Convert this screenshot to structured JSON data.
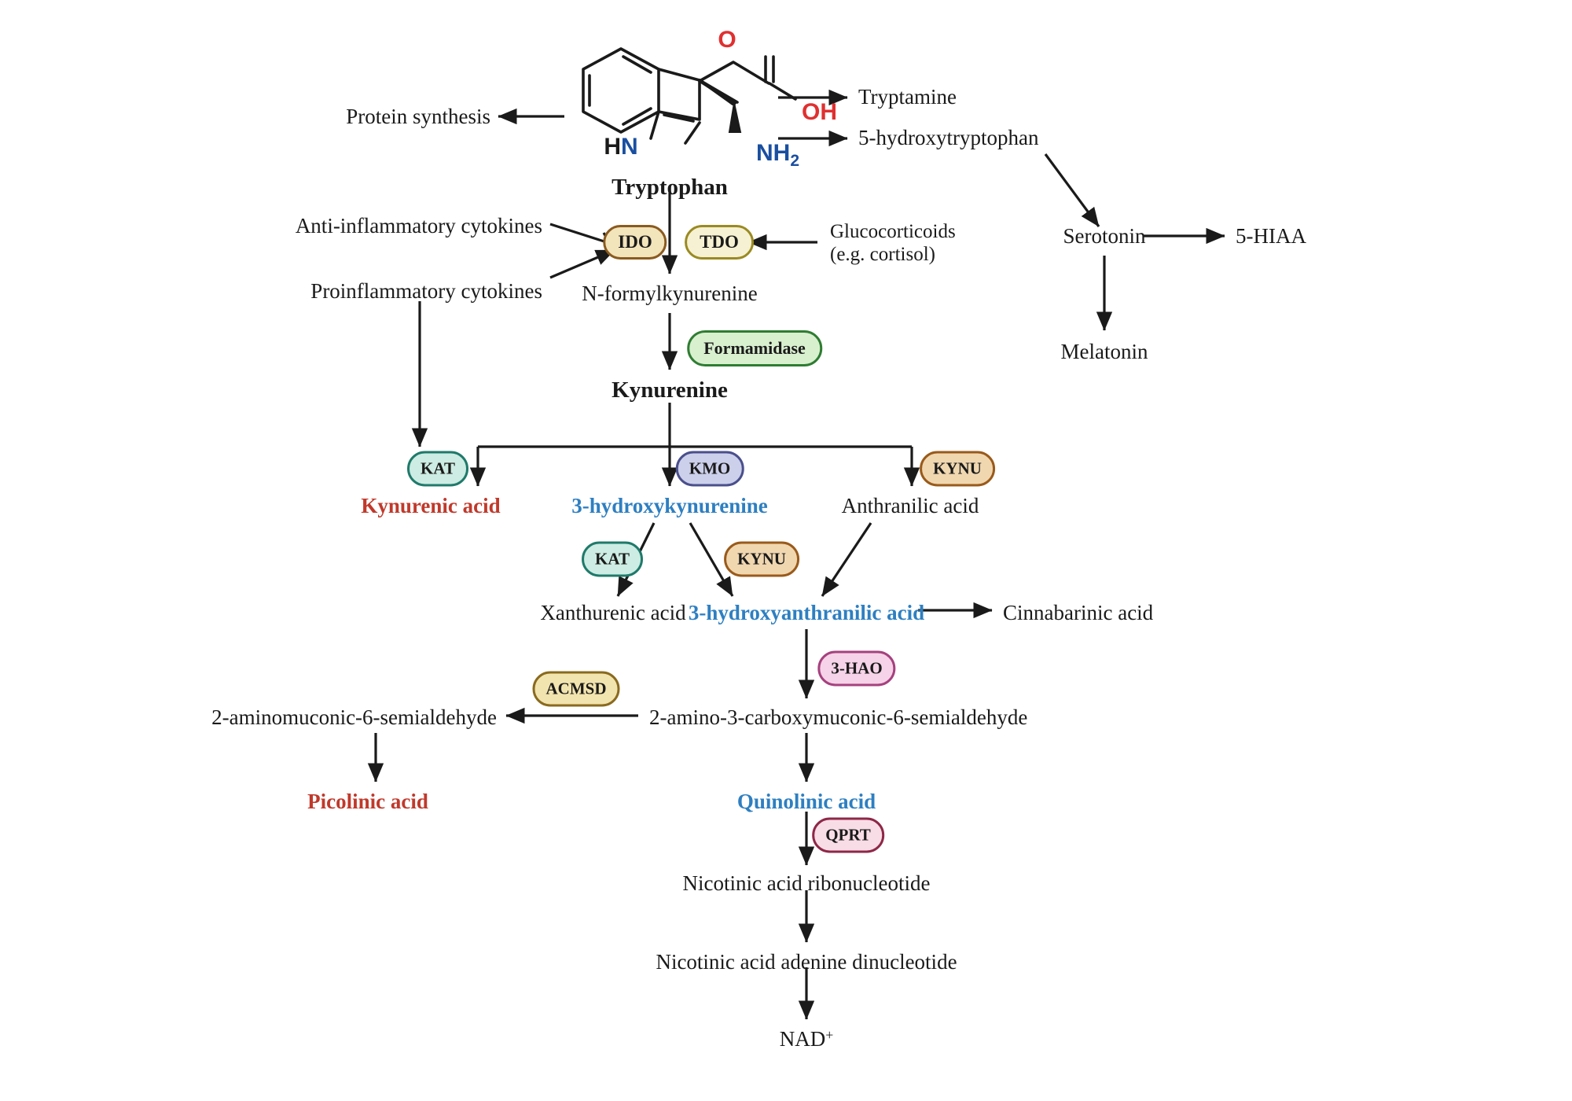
{
  "diagram": {
    "title": "Tryptophan metabolism pathway",
    "type": "biochemical-pathway"
  },
  "colors": {
    "text": "#1a1a1a",
    "neuroprotective_red": "#c0392b",
    "neurotoxic_blue": "#2e7fc1",
    "molecule_oxygen_red": "#e03030",
    "molecule_nitrogen_blue": "#1a4fa0",
    "arrow": "#1a1a1a"
  },
  "molecule": {
    "name": "Tryptophan",
    "atom_o": "O",
    "atom_oh": "OH",
    "atom_hn": "HN",
    "atom_nh": "NH",
    "atom_nh_sub": "2"
  },
  "metabolites": {
    "tryptophan": "Tryptophan",
    "protein_synthesis": "Protein synthesis",
    "tryptamine": "Tryptamine",
    "hydroxytryptophan": "5-hydroxytryptophan",
    "serotonin": "Serotonin",
    "hiaa": "5-HIAA",
    "melatonin": "Melatonin",
    "n_formylkynurenine": "N-formylkynurenine",
    "kynurenine": "Kynurenine",
    "kynurenic_acid": "Kynurenic acid",
    "hydroxykynurenine": "3-hydroxykynurenine",
    "anthranilic_acid": "Anthranilic acid",
    "xanthurenic_acid": "Xanthurenic acid",
    "hydroxyanthranilic_acid": "3-hydroxyanthranilic acid",
    "cinnabarinic_acid": "Cinnabarinic acid",
    "aminomuconic_semialdehyde": "2-aminomuconic-6-semialdehyde",
    "aminocarboxymuconic_semialdehyde": "2-amino-3-carboxymuconic-6-semialdehyde",
    "picolinic_acid": "Picolinic acid",
    "quinolinic_acid": "Quinolinic acid",
    "nicotinic_ribonucleotide": "Nicotinic acid ribonucleotide",
    "nicotinic_adenine_dinucleotide": "Nicotinic acid adenine dinucleotide",
    "nad_label": "NAD",
    "nad_charge": "+"
  },
  "regulators": {
    "anti_inflammatory": "Anti-inflammatory cytokines",
    "proinflammatory": "Proinflammatory cytokines",
    "glucocorticoids_line1": "Glucocorticoids",
    "glucocorticoids_line2": "(e.g. cortisol)"
  },
  "enzymes": [
    {
      "id": "ido",
      "label": "IDO",
      "fill": "#f2e4bb",
      "border": "#8a5a1e"
    },
    {
      "id": "tdo",
      "label": "TDO",
      "fill": "#f6f1d2",
      "border": "#9a8a22"
    },
    {
      "id": "form",
      "label": "Formamidase",
      "fill": "#d9f0cf",
      "border": "#2e7d32"
    },
    {
      "id": "kat1",
      "label": "KAT",
      "fill": "#cdece3",
      "border": "#1f7a6a"
    },
    {
      "id": "kmo",
      "label": "KMO",
      "fill": "#ccd0ea",
      "border": "#4a4f8c"
    },
    {
      "id": "kynu1",
      "label": "KYNU",
      "fill": "#f0d7b0",
      "border": "#9a5a1a"
    },
    {
      "id": "kat2",
      "label": "KAT",
      "fill": "#cdece3",
      "border": "#1f7a6a"
    },
    {
      "id": "kynu2",
      "label": "KYNU",
      "fill": "#f0d7b0",
      "border": "#9a5a1a"
    },
    {
      "id": "hao",
      "label": "3-HAO",
      "fill": "#f6d3e8",
      "border": "#a6417f"
    },
    {
      "id": "acmsd",
      "label": "ACMSD",
      "fill": "#f2e4ae",
      "border": "#8a6a1e"
    },
    {
      "id": "qprt",
      "label": "QPRT",
      "fill": "#f8dde6",
      "border": "#8e2748"
    }
  ]
}
